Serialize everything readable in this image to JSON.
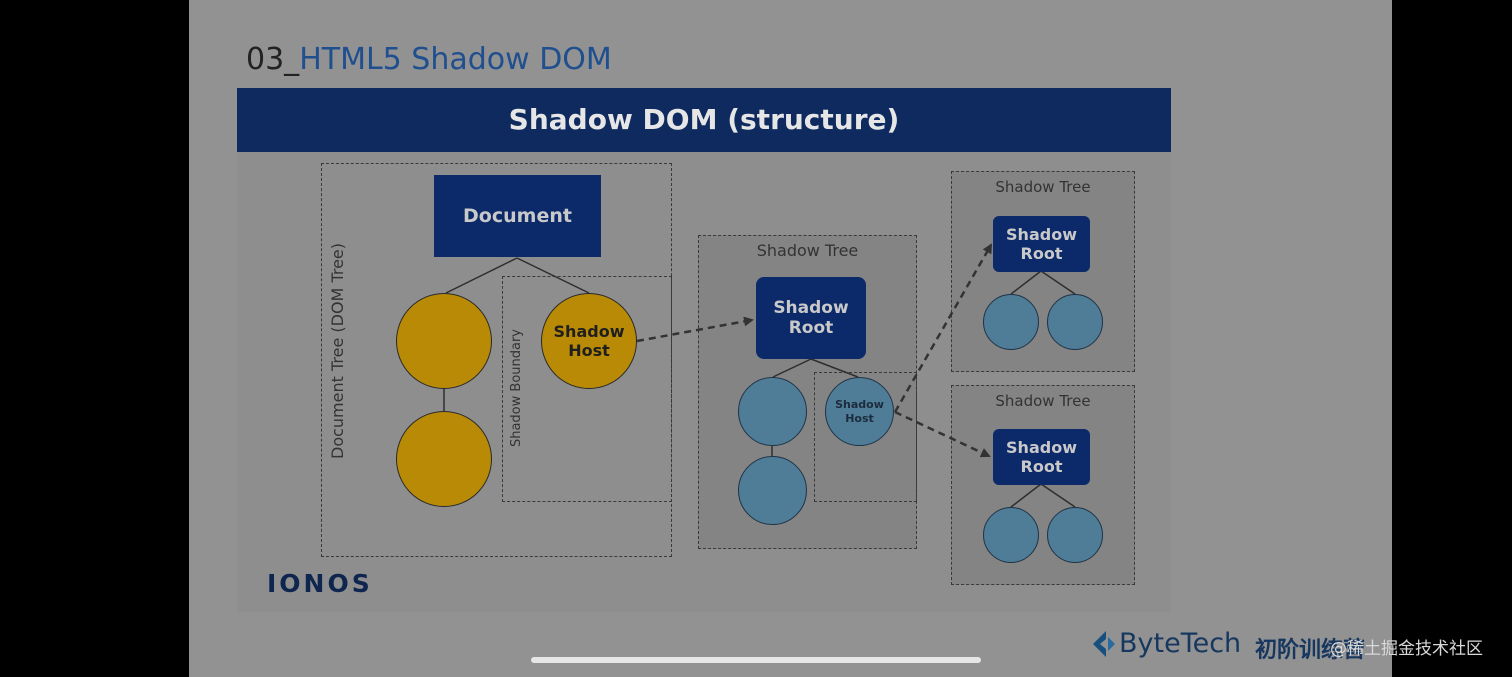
{
  "slide": {
    "number": "03_",
    "title": "HTML5 Shadow DOM",
    "banner": "Shadow DOM (structure)",
    "logo": "IONOS"
  },
  "diagram": {
    "document_tree_label": "Document Tree (DOM Tree)",
    "shadow_boundary_label": "Shadow Boundary",
    "document_node": "Document",
    "shadow_host_main": "Shadow Host",
    "center_tree_title": "Shadow Tree",
    "center_shadow_root": "Shadow Root",
    "center_shadow_host": "Shadow Host",
    "right_top_title": "Shadow Tree",
    "right_top_shadow_root": "Shadow Root",
    "right_bottom_title": "Shadow Tree",
    "right_bottom_shadow_root": "Shadow Root"
  },
  "footer": {
    "brand": "ByteTech",
    "brand_cn": "初阶训练营",
    "watermark": "@稀土掘金技术社区"
  },
  "colors": {
    "banner": "#0f2a5e",
    "dom_node": "#b88a05",
    "shadow_node": "#4f7c97",
    "box": "#0c2a6a"
  }
}
